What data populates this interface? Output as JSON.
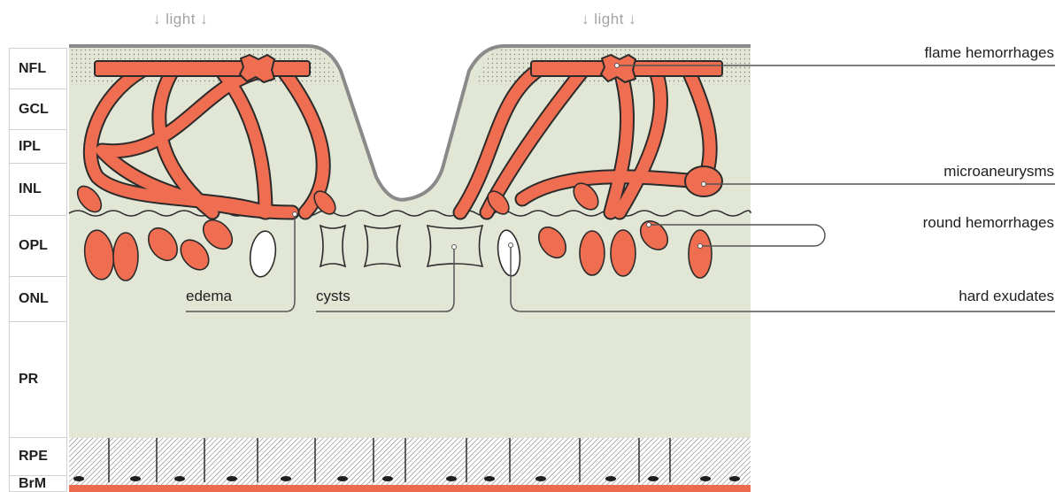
{
  "light_labels": [
    "light",
    "light"
  ],
  "layers": [
    "NFL",
    "GCL",
    "IPL",
    "INL",
    "OPL",
    "ONL",
    "PR",
    "RPE",
    "BrM"
  ],
  "callouts": {
    "flame": "flame hemorrhages",
    "microaneurysms": "microaneurysms",
    "round": "round hemorrhages",
    "hard_exudates": "hard exudates"
  },
  "inline_labels": {
    "edema": "edema",
    "cysts": "cysts"
  },
  "colors": {
    "retina": "#e2e6d4",
    "vessel": "#ef6e52",
    "vessel_outline": "#2b2b2b",
    "membrane": "#ee6a4e",
    "label_border": "#cfd0cf",
    "leader": "#555555"
  }
}
